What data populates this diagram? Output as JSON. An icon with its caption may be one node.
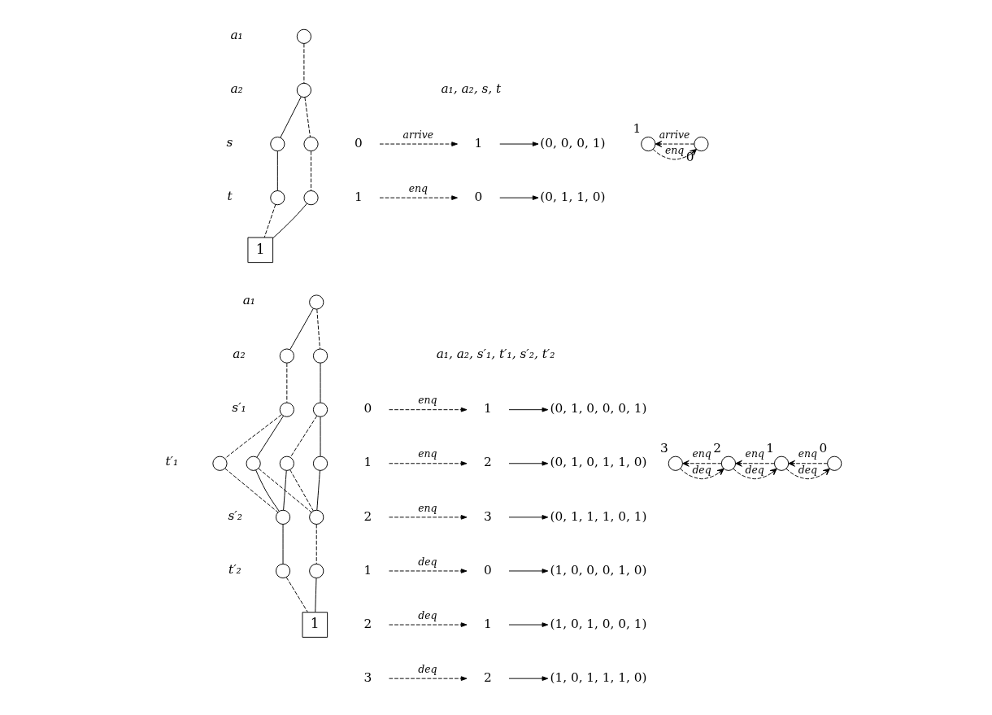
{
  "diagram": {
    "nodes": [
      {
        "text": [],
        "shape": "circle",
        "beside": [
          "0"
        ]
      },
      {
        "text": [],
        "shape": "circle",
        "beside": [
          "1"
        ]
      },
      {
        "text": [
          "0"
        ]
      },
      {
        "text": [
          "1"
        ]
      },
      {
        "text": [
          "(0, 0, 0, 1)"
        ]
      },
      {
        "text": [
          "1"
        ]
      },
      {
        "text": [
          "0"
        ]
      },
      {
        "text": [
          "(0, 1, 1, 0)"
        ]
      },
      {
        "text": [],
        "shape": "circle"
      },
      {
        "text": [],
        "shape": "circle"
      },
      {
        "text": [],
        "shape": "circle"
      },
      {
        "text": [],
        "shape": "circle"
      },
      {
        "text": [],
        "shape": "circle"
      },
      {
        "text": [],
        "shape": "circle"
      },
      {
        "text": [
          "1"
        ]
      },
      {
        "text": [],
        "shape": "circle",
        "beside": [
          "0"
        ]
      },
      {
        "text": [],
        "shape": "circle",
        "beside": [
          "1"
        ]
      },
      {
        "text": [],
        "shape": "circle",
        "beside": [
          "2"
        ]
      },
      {
        "text": [],
        "shape": "circle",
        "beside": [
          "3"
        ]
      },
      {
        "text": [
          "0"
        ]
      },
      {
        "text": [
          "1"
        ]
      },
      {
        "text": [
          "(0, 1, 0, 0, 0, 1)"
        ]
      },
      {
        "text": [
          "1"
        ]
      },
      {
        "text": [
          "2"
        ]
      },
      {
        "text": [
          "(0, 1, 0, 1, 1, 0)"
        ]
      },
      {
        "text": [
          "2"
        ]
      },
      {
        "text": [
          "3"
        ]
      },
      {
        "text": [
          "(0, 1, 1, 1, 0, 1)"
        ]
      },
      {
        "text": [
          "1"
        ]
      },
      {
        "text": [
          "0"
        ]
      },
      {
        "text": [
          "(1, 0, 0, 0, 1, 0)"
        ]
      },
      {
        "text": [
          "2"
        ]
      },
      {
        "text": [
          "1"
        ]
      },
      {
        "text": [
          "(1, 0, 1, 0, 0, 1)"
        ]
      },
      {
        "text": [
          "3"
        ]
      },
      {
        "text": [
          "2"
        ]
      },
      {
        "text": [
          "(1, 0, 1, 1, 1, 0)"
        ]
      },
      {
        "text": [],
        "shape": "circle"
      },
      {
        "text": [],
        "shape": "circle"
      },
      {
        "text": [],
        "shape": "circle"
      },
      {
        "text": [],
        "shape": "circle"
      },
      {
        "text": [],
        "shape": "circle"
      },
      {
        "text": [],
        "shape": "circle"
      },
      {
        "text": [],
        "shape": "circle"
      },
      {
        "text": [],
        "shape": "circle"
      },
      {
        "text": [],
        "shape": "circle"
      },
      {
        "text": [],
        "shape": "circle"
      },
      {
        "text": [],
        "shape": "circle"
      },
      {
        "text": [],
        "shape": "circle"
      },
      {
        "text": [],
        "shape": "circle"
      },
      {
        "text": [
          "1"
        ]
      }
    ],
    "edges": [
      {
        "from": 0,
        "to": 1,
        "arrow": "to",
        "label": "arrive",
        "style": "dashed"
      },
      {
        "from": 1,
        "to": 0,
        "arrow": "to",
        "label": "enq",
        "style": "dashed"
      },
      {
        "from": 2,
        "to": 3,
        "arrow": "to",
        "label": "arrive",
        "style": "dashed"
      },
      {
        "from": 3,
        "to": 4,
        "arrow": "to"
      },
      {
        "from": 5,
        "to": 6,
        "arrow": "to",
        "label": "enq",
        "style": "dashed"
      },
      {
        "from": 6,
        "to": 7,
        "arrow": "to"
      },
      {
        "from": 8,
        "to": 9,
        "arrow": "none",
        "style": "dashed"
      },
      {
        "from": 9,
        "to": 10,
        "arrow": "none",
        "style": "dashed"
      },
      {
        "from": 9,
        "to": 11,
        "arrow": "none"
      },
      {
        "from": 10,
        "to": 12,
        "arrow": "none",
        "style": "dashed"
      },
      {
        "from": 11,
        "to": 13,
        "arrow": "none"
      },
      {
        "from": 12,
        "to": 14,
        "arrow": "none"
      },
      {
        "from": 13,
        "to": 14,
        "arrow": "none",
        "style": "dashed"
      },
      {
        "from": 15,
        "to": 16,
        "arrow": "to",
        "label": "enq",
        "style": "dashed"
      },
      {
        "from": 16,
        "to": 17,
        "arrow": "to",
        "label": "enq",
        "style": "dashed"
      },
      {
        "from": 17,
        "to": 18,
        "arrow": "to",
        "label": "enq",
        "style": "dashed"
      },
      {
        "from": 16,
        "to": 15,
        "arrow": "to",
        "label": "deq",
        "style": "dashed"
      },
      {
        "from": 17,
        "to": 16,
        "arrow": "to",
        "label": "deq",
        "style": "dashed"
      },
      {
        "from": 18,
        "to": 17,
        "arrow": "to",
        "label": "deq",
        "style": "dashed"
      },
      {
        "from": 19,
        "to": 20,
        "arrow": "to",
        "label": "enq",
        "style": "dashed"
      },
      {
        "from": 20,
        "to": 21,
        "arrow": "to"
      },
      {
        "from": 22,
        "to": 23,
        "arrow": "to",
        "label": "enq",
        "style": "dashed"
      },
      {
        "from": 23,
        "to": 24,
        "arrow": "to"
      },
      {
        "from": 25,
        "to": 26,
        "arrow": "to",
        "label": "enq",
        "style": "dashed"
      },
      {
        "from": 26,
        "to": 27,
        "arrow": "to"
      },
      {
        "from": 28,
        "to": 29,
        "arrow": "to",
        "label": "deq",
        "style": "dashed"
      },
      {
        "from": 29,
        "to": 30,
        "arrow": "to"
      },
      {
        "from": 31,
        "to": 32,
        "arrow": "to",
        "label": "deq",
        "style": "dashed"
      },
      {
        "from": 32,
        "to": 33,
        "arrow": "to"
      },
      {
        "from": 34,
        "to": 35,
        "arrow": "to",
        "label": "deq",
        "style": "dashed"
      },
      {
        "from": 35,
        "to": 36,
        "arrow": "to"
      },
      {
        "from": 37,
        "to": 38,
        "arrow": "none",
        "style": "dashed"
      },
      {
        "from": 37,
        "to": 39,
        "arrow": "none"
      },
      {
        "from": 38,
        "to": 40,
        "arrow": "none"
      },
      {
        "from": 39,
        "to": 41,
        "arrow": "none",
        "style": "dashed"
      },
      {
        "from": 40,
        "to": 42,
        "arrow": "none"
      },
      {
        "from": 40,
        "to": 43,
        "arrow": "none",
        "style": "dashed"
      },
      {
        "from": 41,
        "to": 44,
        "arrow": "none"
      },
      {
        "from": 41,
        "to": 45,
        "arrow": "none",
        "style": "dashed"
      },
      {
        "from": 42,
        "to": 46,
        "arrow": "none"
      },
      {
        "from": 43,
        "to": 46,
        "arrow": "none",
        "style": "dashed"
      },
      {
        "from": 43,
        "to": 47,
        "arrow": "none"
      },
      {
        "from": 44,
        "to": 46,
        "arrow": "none",
        "style": "dashed"
      },
      {
        "from": 44,
        "to": 47,
        "arrow": "none"
      },
      {
        "from": 45,
        "to": 47,
        "arrow": "none",
        "style": "dashed"
      },
      {
        "from": 46,
        "to": 48,
        "arrow": "none",
        "style": "dashed"
      },
      {
        "from": 47,
        "to": 49,
        "arrow": "none"
      },
      {
        "from": 48,
        "to": 50,
        "arrow": "none"
      },
      {
        "from": 49,
        "to": 50,
        "arrow": "none",
        "style": "dashed"
      }
    ],
    "labels": [
      "a₁",
      "a₂",
      "a₁, a₂, s, t",
      "s",
      "t",
      "a₁",
      "a₂",
      "a₁, a₂, s′₁, t′₁, s′₂, t′₂",
      "s′₁",
      "t′₁",
      "s′₂",
      "t′₂"
    ]
  }
}
